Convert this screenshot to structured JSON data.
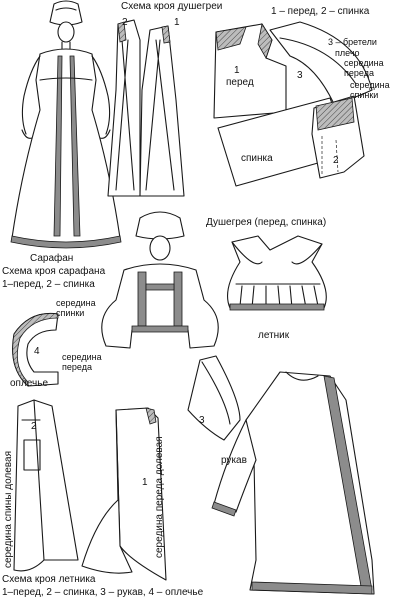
{
  "title_bodice": "Схема кроя душегреи",
  "legend_bodice": "1 – перед, 2 – спинка",
  "num_1": "1",
  "num_2": "2",
  "num_3": "3",
  "num_4": "4",
  "straps": "3 – бретели",
  "shoulder": "плечо",
  "front_center": "середина переда",
  "back_center": "середина спинки",
  "front": "перед",
  "back": "спинка",
  "sarafan": "Сарафан",
  "title_sarafan": "Схема кроя сарафана",
  "legend_sarafan": "1–перед, 2 – спинка",
  "title_dushegreya": "Душегрея (перед, спинка)",
  "letnik": "летник",
  "oplechye": "оплечье",
  "sleeve": "рукав",
  "back_center_grain": "середина спины долевая",
  "front_center_grain": "середина переда долевая",
  "title_letnik": "Схема кроя летника",
  "legend_letnik": "1–перед, 2 – спинка, 3 – рукав, 4 – оплечье"
}
